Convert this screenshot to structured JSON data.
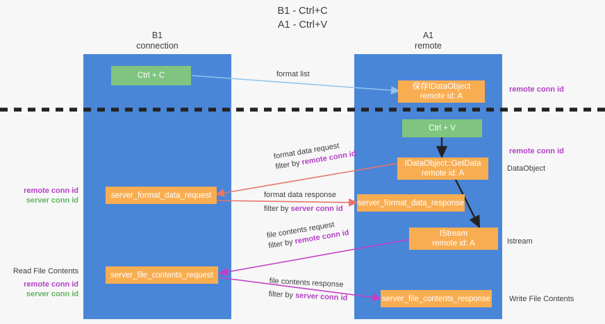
{
  "title": {
    "line1": "B1 - Ctrl+C",
    "line2": "A1 - Ctrl+V"
  },
  "lanes": [
    {
      "name": "B1",
      "sub": "connection",
      "color": "#4a86d8"
    },
    {
      "name": "A1",
      "sub": "remote",
      "color": "#4a86d8"
    }
  ],
  "nodes": {
    "ctrl_c": {
      "line1": "Ctrl + C",
      "color": "#7fc47f"
    },
    "ctrl_v": {
      "line1": "Ctrl + V",
      "color": "#7fc47f"
    },
    "save_idataobject": {
      "line1": "保存IDataObject",
      "line2": "remote id: A",
      "color": "#f9ad51"
    },
    "getdata": {
      "line1": "IDataObject::GetData",
      "line2": "remote id: A",
      "color": "#f9ad51"
    },
    "istream": {
      "line1": "IStream",
      "line2": "remote id: A",
      "color": "#f9ad51"
    },
    "server_format_data_request": {
      "line1": "server_format_data_request",
      "color": "#f9ad51"
    },
    "server_format_data_response": {
      "line1": "server_format_data_response",
      "color": "#f9ad51"
    },
    "server_file_contents_request": {
      "line1": "server_file_contents_request",
      "color": "#f9ad51"
    },
    "server_file_contents_response": {
      "line1": "server_file_contents_response",
      "color": "#f9ad51"
    }
  },
  "edge_labels": {
    "format_list": "format list",
    "format_data_request": "format data request",
    "format_data_request_filter_prefix": "filter by ",
    "format_data_request_filter_key": "remote conn id",
    "format_data_response": "format data response",
    "format_data_response_filter_prefix": "filter by ",
    "format_data_response_filter_key": "server conn id",
    "file_contents_request": "file contents request",
    "file_contents_request_filter_prefix": "filter by ",
    "file_contents_request_filter_key": "remote conn id",
    "file_contents_response": "file contents response",
    "file_contents_response_filter_prefix": "filter by ",
    "file_contents_response_filter_key": "server conn id"
  },
  "annotations": {
    "right_remote_conn_id_top": "remote conn id",
    "right_remote_conn_id_mid": "remote conn id",
    "right_dataobject": "DataObject",
    "right_istream": "Istream",
    "right_write_file_contents": "Write File Contents",
    "left_remote_conn_id": "remote conn id",
    "left_server_conn_id": "server conn id",
    "left_read_file_contents": "Read File Contents",
    "left_remote_conn_id_2": "remote conn id",
    "left_server_conn_id_2": "server conn id"
  },
  "colors": {
    "lane": "#4a86d8",
    "node_green": "#7fc47f",
    "node_orange": "#f9ad51",
    "key_purple": "#b53fc8",
    "key_green": "#62b562",
    "arrow_blue": "#8fc3ec",
    "arrow_red": "#e8756b",
    "arrow_magenta": "#c23fc8",
    "arrow_black": "#222222",
    "background": "#f7f7f7"
  }
}
